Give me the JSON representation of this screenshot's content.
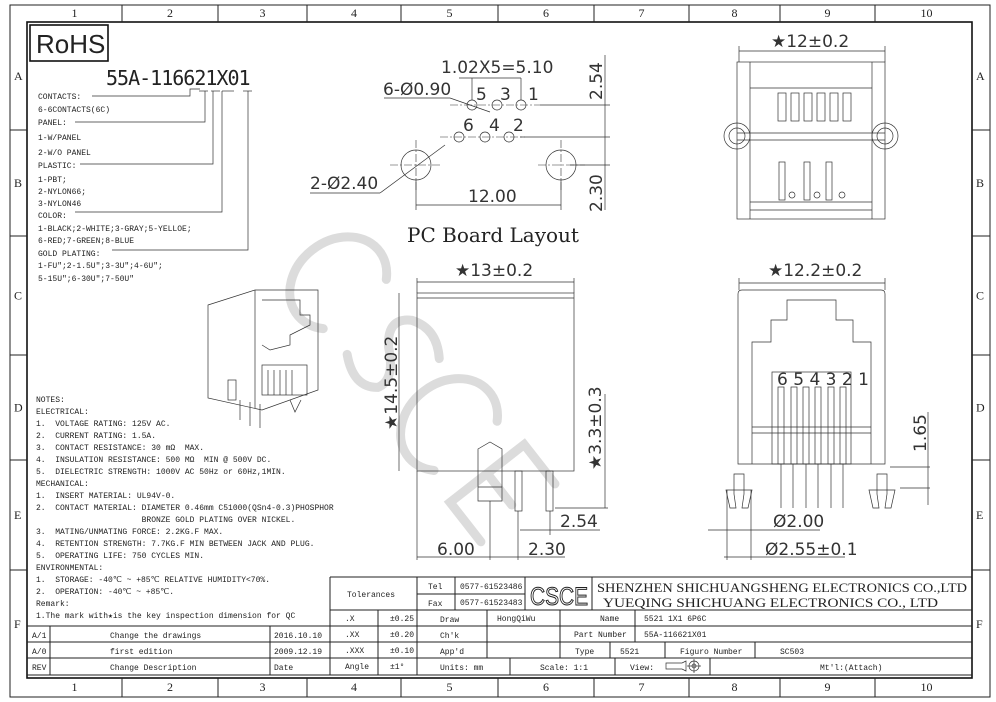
{
  "frame": {
    "columns": [
      "1",
      "2",
      "3",
      "4",
      "5",
      "6",
      "7",
      "8",
      "9",
      "10"
    ],
    "rows": [
      "A",
      "B",
      "C",
      "D",
      "E",
      "F"
    ]
  },
  "rohs_label": "RoHS",
  "part_code": {
    "number": "55A-116621X01",
    "legend": [
      "CONTACTS:",
      "6-6CONTACTS(6C)",
      "PANEL:",
      "1-W/PANEL",
      "2-W/O PANEL",
      "PLASTIC:",
      "1-PBT;",
      "2-NYLON66;",
      "3-NYLON46",
      "COLOR:",
      "1-BLACK;2-WHITE;3-GRAY;5-YELLOE;",
      "6-RED;7-GREEN;8-BLUE",
      "GOLD PLATING:",
      "1-FU\";2-1.5U\";3-3U\";4-6U\";",
      "5-15U\";6-30U\";7-50U\""
    ]
  },
  "notes": [
    "NOTES:",
    "ELECTRICAL:",
    "1.  VOLTAGE RATING: 125V AC.",
    "2.  CURRENT RATING: 1.5A.",
    "3.  CONTACT RESISTANCE: 30 mΩ  MAX.",
    "4.  INSULATION RESISTANCE: 500 MΩ  MIN @ 500V DC.",
    "5.  DIELECTRIC STRENGTH: 1000V AC 50Hz or 60Hz,1MIN.",
    "MECHANICAL:",
    "1.  INSERT MATERIAL: UL94V-0.",
    "2.  CONTACT MATERIAL: DIAMETER 0.46mm C51000(QSn4-0.3)PHOSPHOR",
    "                      BRONZE GOLD PLATING OVER NICKEL.",
    "3.  MATING/UNMATING FORCE: 2.2KG.F MAX.",
    "4.  RETENTION STRENGTH: 7.7KG.F MIN BETWEEN JACK AND PLUG.",
    "5.  OPERATING LIFE: 750 CYCLES MIN.",
    "ENVIRONMENTAL:",
    "1.  STORAGE: -40℃ ~ +85℃ RELATIVE HUMIDITY<70%.",
    "2.  OPERATION: -40℃ ~ +85℃.",
    "Remark:",
    "1.The mark with★is the key inspection dimension for QC"
  ],
  "pcb_layout": {
    "title": "PC Board Layout",
    "pitch": "1.02X5=5.10",
    "small_holes": "6-Ø0.90",
    "large_holes": "2-Ø2.40",
    "span": "12.00",
    "row_offset": "2.54",
    "peg_offset": "2.30",
    "pin_numbers": [
      "1",
      "2",
      "3",
      "4",
      "5",
      "6"
    ]
  },
  "top_view": {
    "width": "★12±0.2"
  },
  "side_view": {
    "width": "★13±0.2",
    "height": "★14.5±0.2",
    "pin_length": "★3.3±0.3",
    "d1": "2.54",
    "d2": "2.30",
    "d3": "6.00"
  },
  "front_view": {
    "width": "★12.2±0.2",
    "height": "1.65",
    "peg_dia": "Ø2.00",
    "peg_dia2": "Ø2.55±0.1",
    "pin_labels": "6 5 4 3 2 1"
  },
  "watermark": "CSCE",
  "revisions": [
    {
      "rev": "A/1",
      "desc": "Change the drawings",
      "date": "2016.10.10"
    },
    {
      "rev": "A/0",
      "desc": "first edition",
      "date": "2009.12.19"
    },
    {
      "rev": "REV",
      "desc": "Change Description",
      "date": "Date"
    }
  ],
  "title_block": {
    "tolerances_label": "Tolerances",
    "tolerances": [
      {
        "k": ".X",
        "v": "±0.25"
      },
      {
        "k": ".XX",
        "v": "±0.20"
      },
      {
        "k": ".XXX",
        "v": "±0.10"
      },
      {
        "k": "Angle",
        "v": "±1°"
      }
    ],
    "tel_label": "Tel",
    "tel": "0577-61523486",
    "fax_label": "Fax",
    "fax": "0577-61523483",
    "logo": "CSCE",
    "company_1": "SHENZHEN SHICHUANGSHENG ELECTRONICS CO.,LTD",
    "company_2": "YUEQING SHICHUANG ELECTRONICS CO., LTD",
    "draw_label": "Draw",
    "draw": "HongQiWu",
    "chk_label": "Ch'k",
    "appd_label": "App'd",
    "name_label": "Name",
    "name": "5521 1X1 6P6C",
    "part_label": "Part Number",
    "part": "55A-116621X01",
    "type_label": "Type",
    "type": "5521",
    "figure_label": "Figuro Number",
    "figure": "SC503",
    "units": "Units: mm",
    "scale": "Scale: 1:1",
    "view": "View:",
    "material": "Mt'l:(Attach)"
  }
}
